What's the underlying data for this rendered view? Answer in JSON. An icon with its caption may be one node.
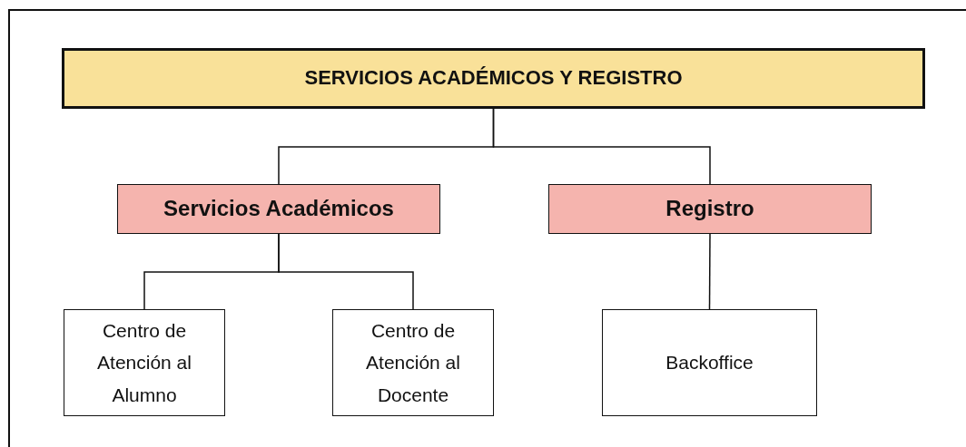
{
  "diagram": {
    "nodes": [
      {
        "text": [
          "SERVICIOS ACADÉMICOS Y REGISTRO"
        ]
      },
      {
        "text": [
          "Servicios Académicos"
        ]
      },
      {
        "text": [
          "Registro"
        ]
      },
      {
        "text": [
          "Centro de Atención al Alumno"
        ]
      },
      {
        "text": [
          "Centro de Atención al Docente"
        ]
      },
      {
        "text": [
          "Backoffice"
        ]
      }
    ],
    "edges": [
      {
        "from": 0,
        "to": 1,
        "arrow": "none"
      },
      {
        "from": 0,
        "to": 2,
        "arrow": "none"
      },
      {
        "from": 1,
        "to": 3,
        "arrow": "none"
      },
      {
        "from": 1,
        "to": 4,
        "arrow": "none"
      },
      {
        "from": 2,
        "to": 5,
        "arrow": "none"
      }
    ]
  }
}
